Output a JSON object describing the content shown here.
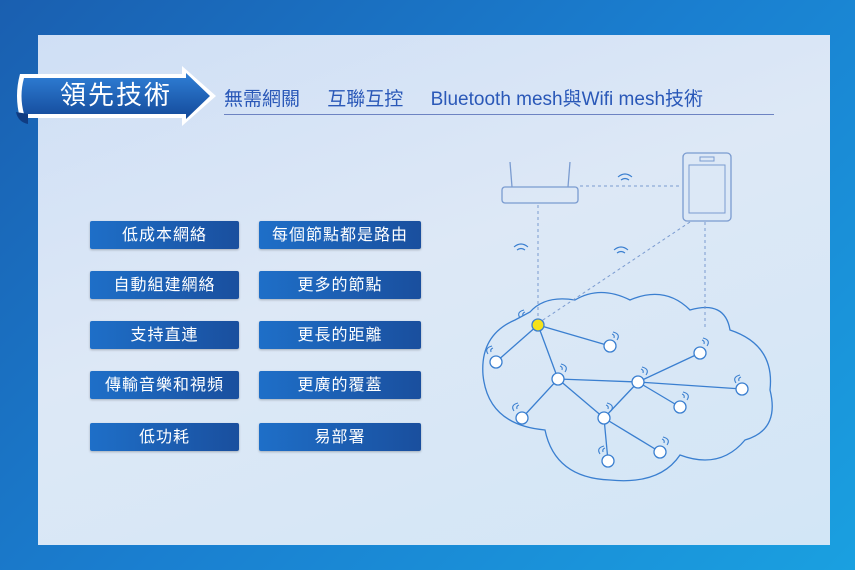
{
  "banner": {
    "title": "領先技術"
  },
  "header": {
    "items": [
      "無需網關",
      "互聯互控",
      "Bluetooth mesh與Wifi mesh技術"
    ]
  },
  "features_left": [
    "低成本網絡",
    "自動組建網絡",
    "支持直連",
    "傳輸音樂和視頻",
    "低功耗"
  ],
  "features_right": [
    "每個節點都是路由",
    "更多的節點",
    "更長的距離",
    "更廣的覆蓋",
    "易部署"
  ],
  "diagram": {
    "icons": [
      "router-icon",
      "phone-icon",
      "wifi-icon"
    ],
    "colors": {
      "line": "#3a7fd0",
      "highlight_node": "#f5e21a",
      "node": "#ffffff"
    }
  },
  "colors": {
    "accent": "#1a4f9e",
    "header_text": "#2a58b8"
  }
}
